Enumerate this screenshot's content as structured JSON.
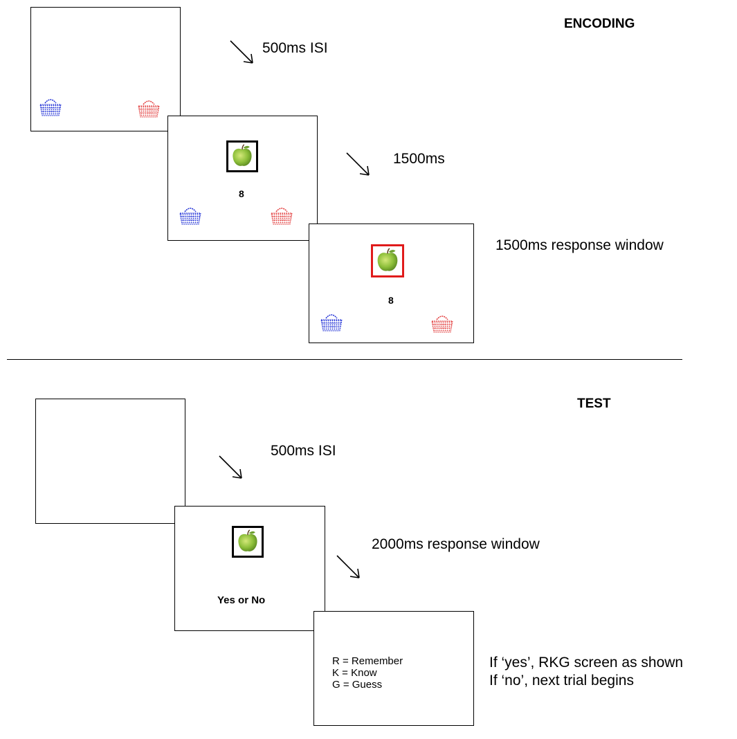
{
  "encoding": {
    "heading": "ENCODING",
    "isi_label": "500ms ISI",
    "study_label": "1500ms",
    "response_label": "1500ms response window",
    "number_1": "8",
    "number_2": "8"
  },
  "test": {
    "heading": "TEST",
    "isi_label": "500ms ISI",
    "response_label": "2000ms response window",
    "prompt": "Yes or No",
    "rkg_lines": [
      "R = Remember",
      "K = Know",
      "G = Guess"
    ],
    "note_lines": [
      "If ‘yes’, RKG screen as shown",
      "If ‘no’, next trial begins"
    ]
  },
  "colors": {
    "basket_left": "#1f2fd6",
    "basket_right": "#e23a3a",
    "highlight": "#e01b1b",
    "frame": "#000000",
    "apple": "#8dbf3a"
  },
  "icons": {
    "stimulus": "apple-icon",
    "left_target": "basket-icon",
    "right_target": "basket-icon",
    "arrow": "arrow-down-right-icon"
  }
}
